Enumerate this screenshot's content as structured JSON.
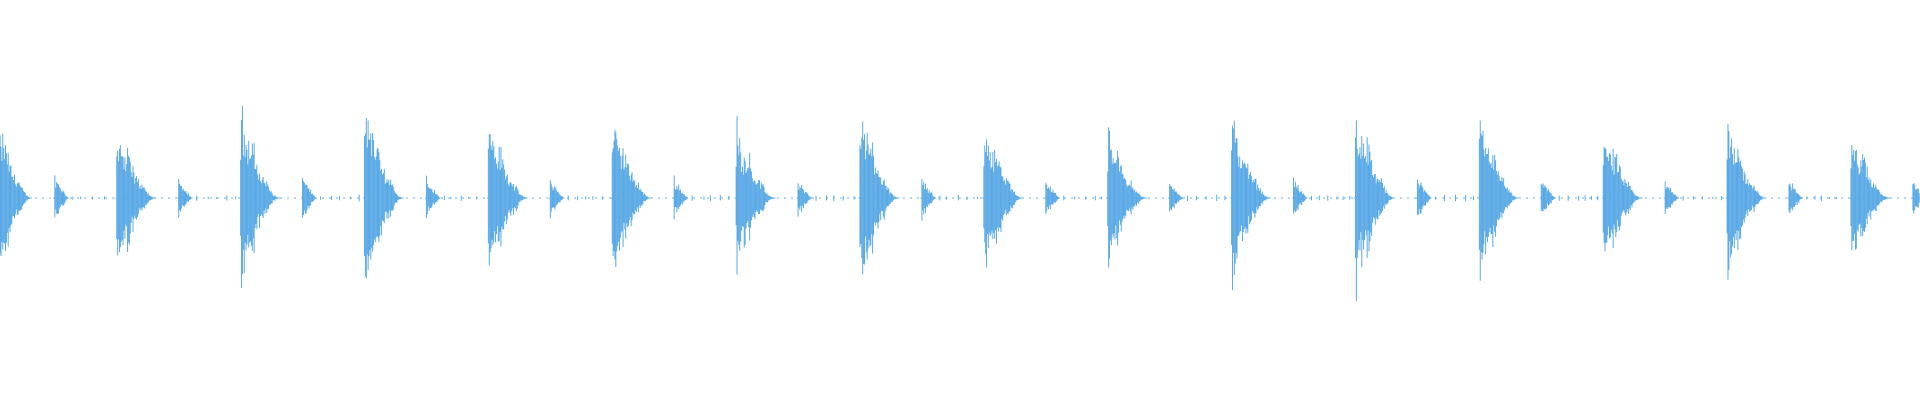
{
  "waveform": {
    "color": "#5aa9e6",
    "background": "#ffffff",
    "beat_count": 16,
    "beat_period_s": 1.0,
    "duration_s": 15.5,
    "main_hit": {
      "duration_s": 0.32,
      "peak_amplitude": 0.55,
      "decay_shape": "fast-attack-exponential"
    },
    "echo_hit": {
      "offset_s": 0.5,
      "duration_s": 0.12,
      "peak_amplitude": 0.14
    },
    "noise_floor": 0.01,
    "beat_peak_amplitudes": [
      0.56,
      0.44,
      0.52,
      0.54,
      0.46,
      0.48,
      0.43,
      0.52,
      0.47,
      0.4,
      0.47,
      0.55,
      0.5,
      0.42,
      0.45,
      0.4
    ]
  }
}
